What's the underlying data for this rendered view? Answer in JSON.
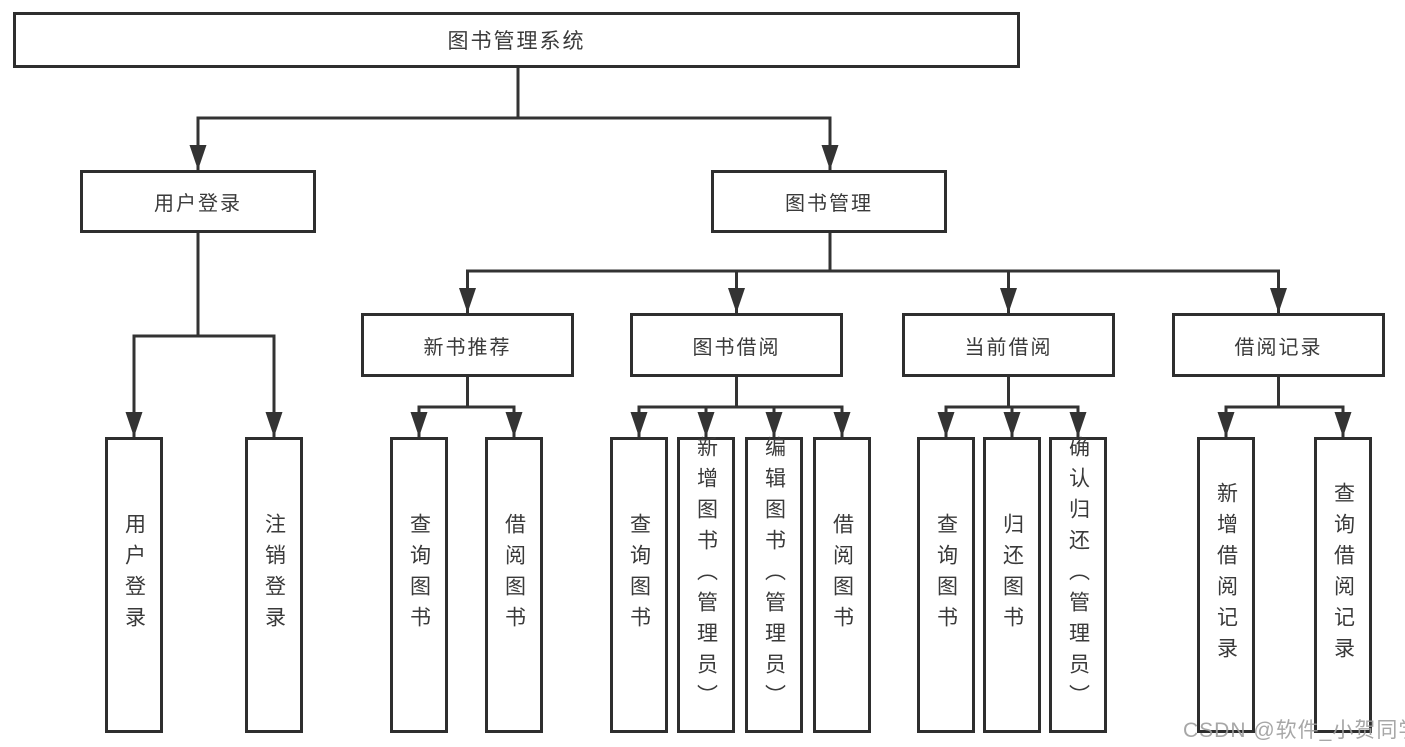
{
  "nodes": {
    "root": {
      "label": "图书管理系统"
    },
    "user_login": {
      "label": "用户登录"
    },
    "book_mgmt": {
      "label": "图书管理"
    },
    "new_book": {
      "label": "新书推荐"
    },
    "book_borrow": {
      "label": "图书借阅"
    },
    "current_borrow": {
      "label": "当前借阅"
    },
    "borrow_records": {
      "label": "借阅记录"
    },
    "leaf_login": {
      "label": "用户登录"
    },
    "leaf_logout": {
      "label": "注销登录"
    },
    "leaf_nb_query": {
      "label": "查询图书"
    },
    "leaf_nb_borrow": {
      "label": "借阅图书"
    },
    "leaf_bb_query": {
      "label": "查询图书"
    },
    "leaf_bb_add": {
      "label": "新增图书（管理员）"
    },
    "leaf_bb_edit": {
      "label": "编辑图书（管理员）"
    },
    "leaf_bb_borrow": {
      "label": "借阅图书"
    },
    "leaf_cb_query": {
      "label": "查询图书"
    },
    "leaf_cb_return": {
      "label": "归还图书"
    },
    "leaf_cb_confirm": {
      "label": "确认归还（管理员）"
    },
    "leaf_br_add": {
      "label": "新增借阅记录"
    },
    "leaf_br_query": {
      "label": "查询借阅记录"
    }
  },
  "watermark": {
    "text": "CSDN @软件_小贺同学"
  },
  "colors": {
    "line": "#333333",
    "border": "#2e2e2e",
    "text": "#3a3a3a",
    "watermark": "#9e9e9e",
    "background": "#ffffff"
  }
}
